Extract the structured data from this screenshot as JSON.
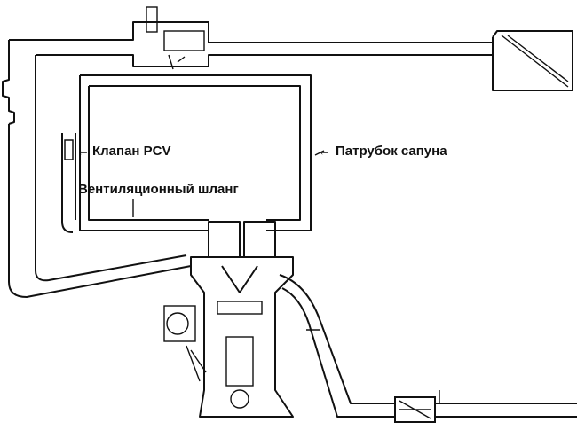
{
  "labels": {
    "pcv_valve": "Клапан PCV",
    "breather_pipe": "Патрубок сапуна",
    "ventilation_hose": "Вентиляционный шланг"
  }
}
